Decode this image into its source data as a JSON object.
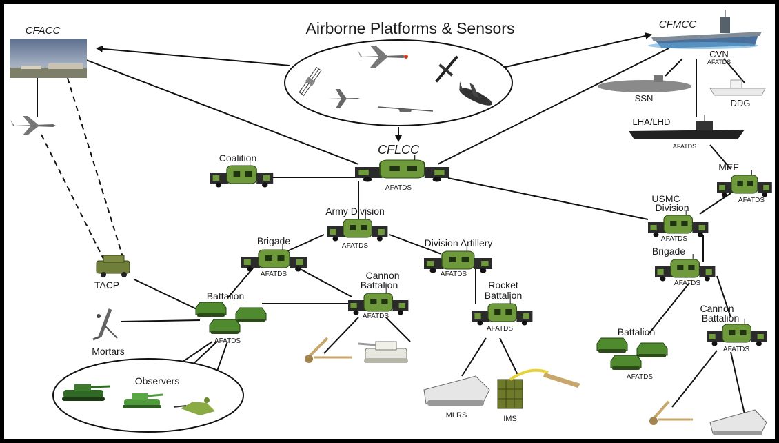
{
  "title": "Airborne Platforms & Sensors",
  "nodes": {
    "cfacc": "CFACC",
    "cfmcc": "CFMCC",
    "cvn": "CVN",
    "cvn_sys": "AFATDS",
    "ssn": "SSN",
    "ddg": "DDG",
    "lha": "LHA/LHD",
    "lha_sys": "AFATDS",
    "cflcc": "CFLCC",
    "cflcc_sys": "AFATDS",
    "coalition": "Coalition",
    "army_division": "Army Division",
    "army_division_sys": "AFATDS",
    "mef": "MEF",
    "mef_sys": "AFATDS",
    "usmc_division_1": "USMC",
    "usmc_division_2": "Division",
    "usmc_division_sys": "AFATDS",
    "brigade": "Brigade",
    "brigade_sys": "AFATDS",
    "div_artillery": "Division Artillery",
    "div_artillery_sys": "AFATDS",
    "cannon_bn_1": "Cannon",
    "cannon_bn_2": "Battalion",
    "cannon_bn_sys": "AFATDS",
    "rocket_bn_1": "Rocket",
    "rocket_bn_2": "Battalion",
    "rocket_bn_sys": "AFATDS",
    "usmc_brigade": "Brigade",
    "usmc_brigade_sys": "AFATDS",
    "usmc_cannon_bn_1": "Cannon",
    "usmc_cannon_bn_2": "Battalion",
    "usmc_cannon_bn_sys": "AFATDS",
    "battalion": "Battalion",
    "battalion_sys": "AFATDS",
    "usmc_battalion": "Battalion",
    "usmc_battalion_sys": "AFATDS",
    "tacp": "TACP",
    "mortars": "Mortars",
    "observers": "Observers",
    "mlrs": "MLRS",
    "ims": "IMS"
  },
  "colors": {
    "vehicle_green": "#6f9a3c",
    "vehicle_dark": "#2f4a1a",
    "line": "#111111",
    "background": "#ffffff"
  }
}
